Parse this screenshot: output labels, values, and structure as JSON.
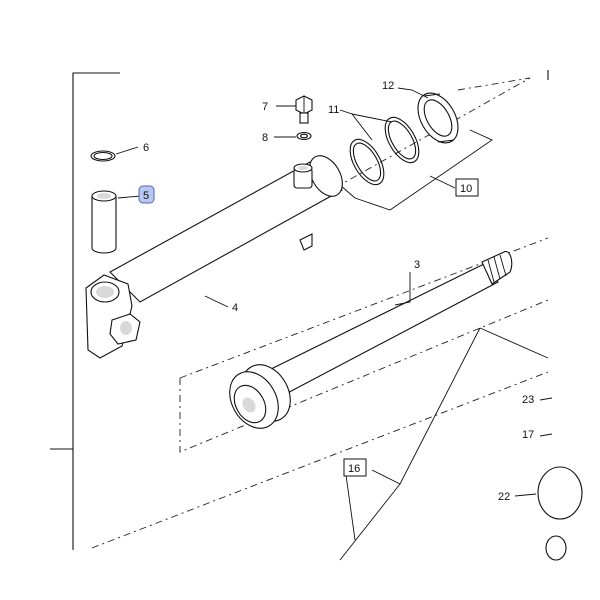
{
  "callouts": {
    "c3": "3",
    "c4": "4",
    "c5": "5",
    "c6": "6",
    "c7": "7",
    "c8": "8",
    "c10": "10",
    "c11": "11",
    "c12": "12",
    "c16": "16",
    "c17": "17",
    "c22": "22",
    "c23": "23"
  },
  "highlight_color": "#b9c6ee",
  "highlight_border": "#5066b8"
}
